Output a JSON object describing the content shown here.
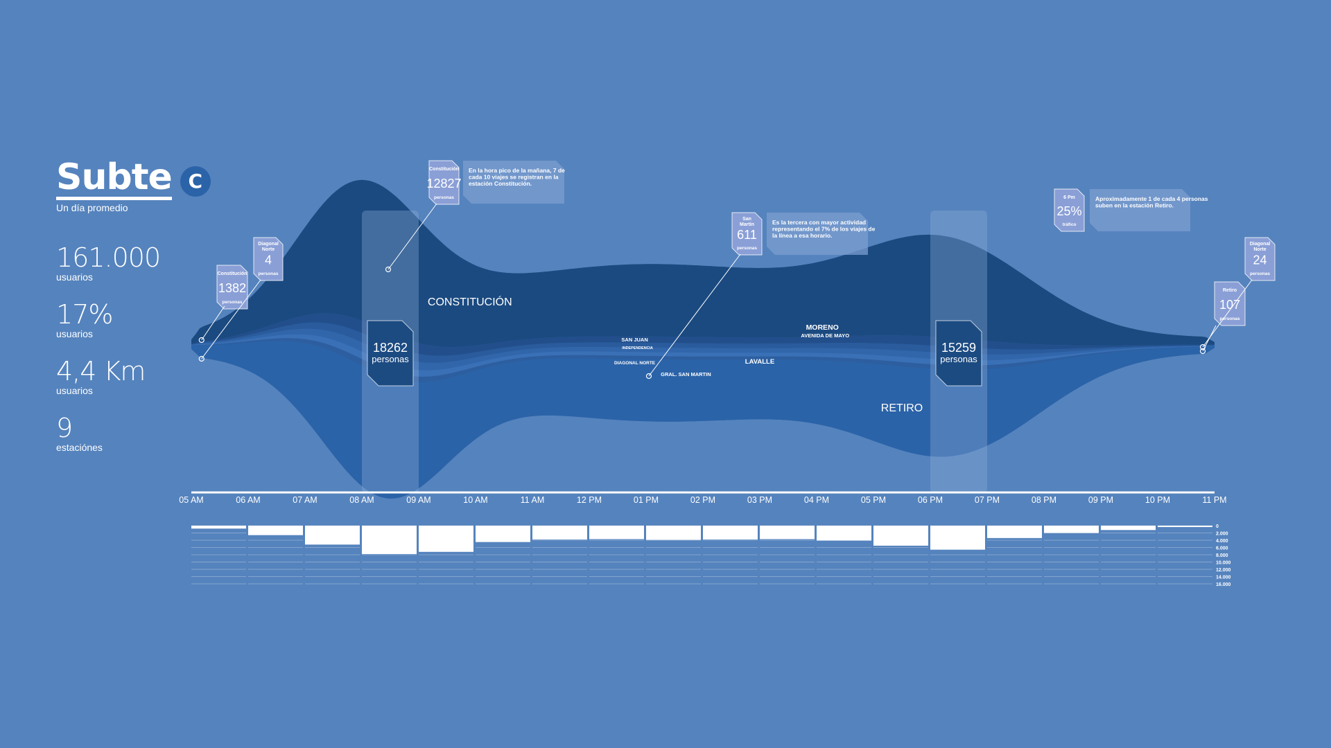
{
  "header": {
    "title": "Subte",
    "line_letter": "C",
    "subtitle": "Un día promedio"
  },
  "stats": [
    {
      "value": "161.000",
      "label": "usuarios"
    },
    {
      "value": "17%",
      "label": "usuarios"
    },
    {
      "value": "4,4 Km",
      "label": "usuarios"
    },
    {
      "value": "9",
      "label": "estaciónes"
    }
  ],
  "colors": {
    "background": "#5583bd",
    "stream_dark": "#1b4a80",
    "stream_mid": "#2b63a8",
    "highlight": "#8fb0da",
    "callout": "#8a9fd6",
    "note": "#7c9dd0"
  },
  "chart_data": [
    {
      "type": "area",
      "hours": [
        "05 AM",
        "06 AM",
        "07 AM",
        "08 AM",
        "09 AM",
        "10 AM",
        "11 AM",
        "12 PM",
        "01 PM",
        "02 PM",
        "03 PM",
        "04 PM",
        "05 PM",
        "06 PM",
        "07 PM",
        "08 PM",
        "09 PM",
        "10 PM",
        "11 PM"
      ],
      "station_labels": [
        {
          "name": "CONSTITUCIÓN",
          "sub": ""
        },
        {
          "name": "SAN JUAN",
          "sub": "INDEPENDENCIA"
        },
        {
          "name": "DIAGONAL NORTE",
          "sub": ""
        },
        {
          "name": "GRAL. SAN MARTIN",
          "sub": ""
        },
        {
          "name": "MORENO",
          "sub": "AVENIDA DE MAYO"
        },
        {
          "name": "LAVALLE",
          "sub": ""
        },
        {
          "name": "RETIRO",
          "sub": ""
        }
      ],
      "highlights": [
        {
          "hour": 3.5,
          "value": "18262",
          "unit": "personas"
        },
        {
          "hour": 13.5,
          "value": "15259",
          "unit": "personas"
        }
      ],
      "callouts": [
        {
          "station": "Constitución",
          "value": "1382",
          "unit": "personas",
          "hour": 0.18,
          "note": ""
        },
        {
          "station": "Diagonal Norte",
          "value": "4",
          "unit": "personas",
          "hour": 0.18,
          "note": ""
        },
        {
          "station": "Constitución",
          "value": "12827",
          "unit": "personas",
          "hour": 3.45,
          "note": "En la hora pico de la mañana, 7 de cada 10 viajes se registran en la estación Constitución."
        },
        {
          "station": "San Martín",
          "value": "611",
          "unit": "personas",
          "hour": 8.05,
          "note": "Es la tercera con mayor actividad representando el 7% de los viajes de la línea a esa horario."
        },
        {
          "station": "6 Pm",
          "value": "25%",
          "unit": "tráfico",
          "hour": null,
          "note": "Aproximadamente 1 de cada 4 personas suben en la estación Retiro."
        },
        {
          "station": "Retiro",
          "value": "107",
          "unit": "personas",
          "hour": 17.85,
          "note": ""
        },
        {
          "station": "Diagonal Norte",
          "value": "24",
          "unit": "personas",
          "hour": 17.85,
          "note": ""
        }
      ]
    },
    {
      "type": "bar",
      "categories": [
        "05 AM",
        "06 AM",
        "07 AM",
        "08 AM",
        "09 AM",
        "10 AM",
        "11 AM",
        "12 PM",
        "01 PM",
        "02 PM",
        "03 PM",
        "04 PM",
        "05 PM",
        "06 PM",
        "07 PM",
        "08 PM",
        "09 PM",
        "10 PM"
      ],
      "values": [
        800,
        2600,
        5200,
        7800,
        7200,
        4500,
        3800,
        3700,
        3900,
        3800,
        3700,
        4100,
        5500,
        6600,
        3400,
        2000,
        1200,
        300
      ],
      "ylim": [
        0,
        16000
      ],
      "y_ticks": [
        "0",
        "2.000",
        "4.000",
        "6.000",
        "8.000",
        "10.000",
        "12.000",
        "14.000",
        "16.000"
      ],
      "orientation": "down"
    }
  ]
}
